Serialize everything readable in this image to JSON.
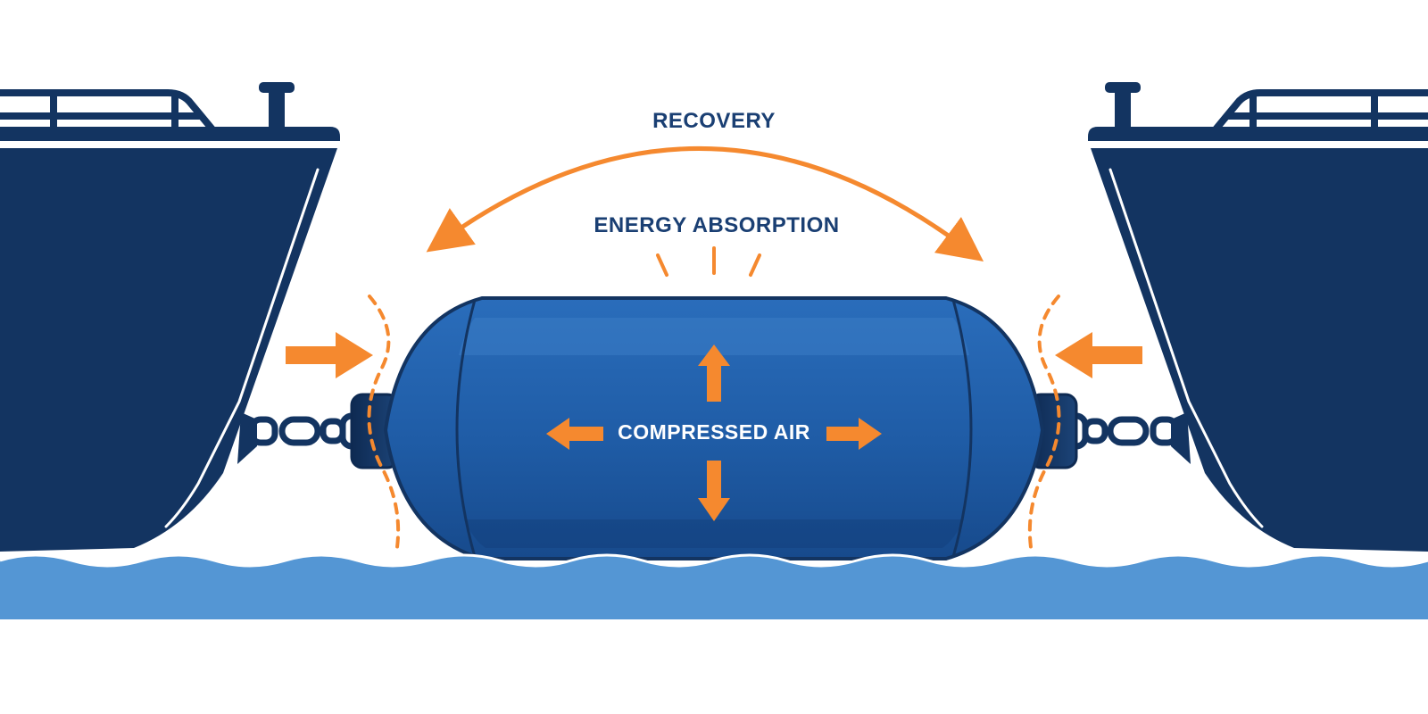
{
  "labels": {
    "recovery": "RECOVERY",
    "energy_absorption": "ENERGY ABSORPTION",
    "compressed_air": "COMPRESSED AIR"
  },
  "colors": {
    "ship_hull": "#133461",
    "fender_body": "#1f5ca6",
    "fender_highlight": "#3b7cc4",
    "fender_shadow": "#174a8c",
    "water": "#5496d4",
    "arrow_accent": "#f5892f",
    "label_on_white": "#1a3f73",
    "label_on_fender": "#ffffff",
    "background": "#ffffff"
  },
  "icons": {
    "ships": [
      "ship-left",
      "ship-right"
    ],
    "fender": "pneumatic-fender",
    "chains": [
      "chain-left",
      "chain-right"
    ],
    "force_arrows": [
      "force-arrow-left",
      "force-arrow-right"
    ],
    "expansion_arrows": [
      "arrow-up",
      "arrow-down",
      "arrow-left",
      "arrow-right"
    ],
    "recovery_arc": "double-headed-arc-arrow",
    "impact_rays": "impact-rays",
    "compression_waves": "dashed-compression-curves"
  }
}
